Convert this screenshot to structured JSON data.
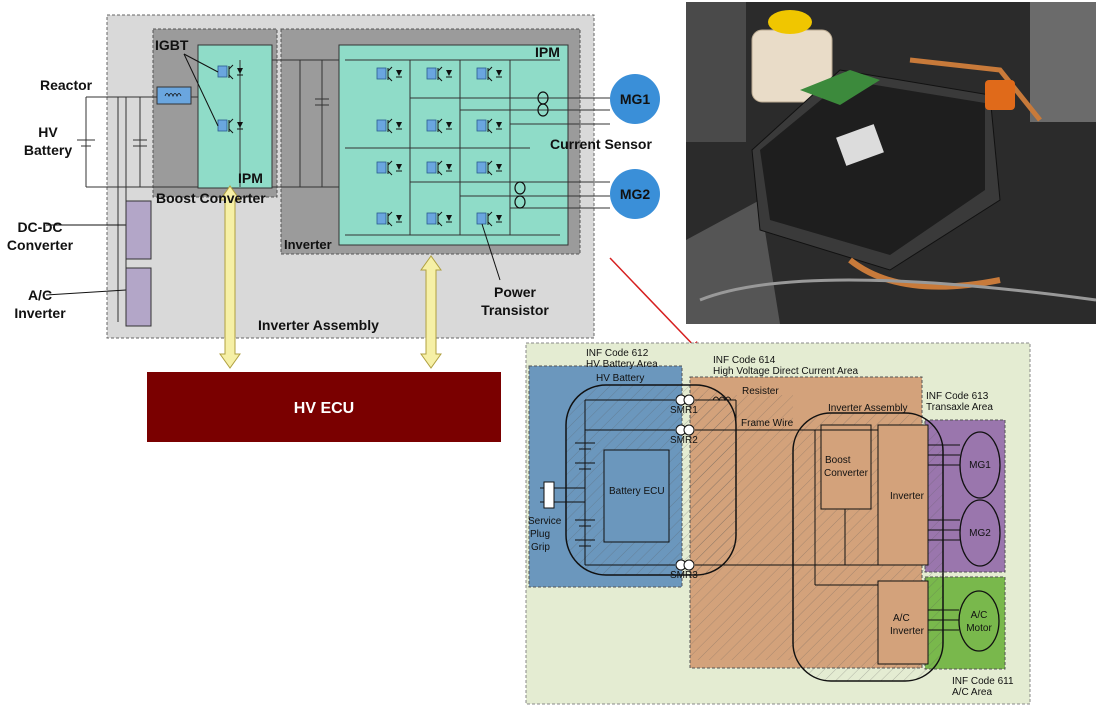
{
  "top_diagram": {
    "reactor": "Reactor",
    "hv_battery": [
      "HV",
      "Battery"
    ],
    "dcdc": [
      "DC-DC",
      "Converter"
    ],
    "ac_inverter": [
      "A/C",
      "Inverter"
    ],
    "igbt": "IGBT",
    "ipm_left": "IPM",
    "boost_converter": "Boost Converter",
    "ipm_right": "IPM",
    "inverter": "Inverter",
    "mg1": "MG1",
    "mg2": "MG2",
    "current_sensor": "Current Sensor",
    "power_transistor": [
      "Power",
      "Transistor"
    ],
    "inverter_assembly": "Inverter Assembly",
    "hv_ecu": "HV ECU"
  },
  "bottom_diagram": {
    "inf612": [
      "INF Code 612",
      "HV Battery Area"
    ],
    "inf614": [
      "INF Code 614",
      "High Voltage Direct Current Area"
    ],
    "inf613": [
      "INF Code 613",
      "Transaxle Area"
    ],
    "inf611": [
      "INF Code 611",
      "A/C Area"
    ],
    "hv_battery": "HV Battery",
    "resister": "Resister",
    "smr1": "SMR1",
    "smr2": "SMR2",
    "smr3": "SMR3",
    "frame_wire": "Frame Wire",
    "inverter_assembly": "Inverter Assembly",
    "boost_converter": [
      "Boost",
      "Converter"
    ],
    "inverter": "Inverter",
    "battery_ecu": "Battery ECU",
    "service_plug": [
      "Service",
      "Plug",
      "Grip"
    ],
    "ac_inverter": [
      "A/C",
      "Inverter"
    ],
    "mg1": "MG1",
    "mg2": "MG2",
    "ac_motor": [
      "A/C",
      "Motor"
    ]
  },
  "colors": {
    "hv_ecu": "#7a0000",
    "ipm_fill": "#8fdcc8",
    "transistor": "#6aa6df",
    "mg_fill": "#3a8fd8",
    "arrow": "#f6f0a6",
    "battery_area": "#6b97bd",
    "dc_area": "#d3a27b",
    "transaxle_area": "#9a76ad",
    "ac_area": "#79b84c",
    "outer_area": "#e4ecd2"
  }
}
